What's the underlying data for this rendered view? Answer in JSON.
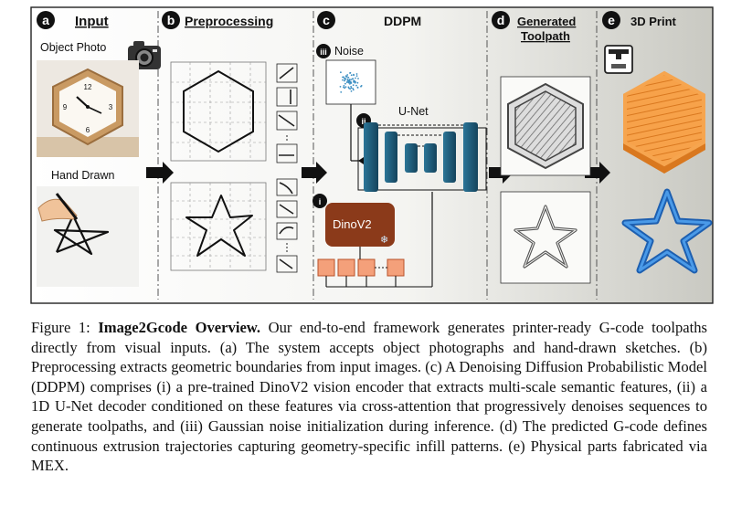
{
  "figure": {
    "panels": [
      {
        "letter": "a",
        "title": "Input"
      },
      {
        "letter": "b",
        "title": "Preprocessing"
      },
      {
        "letter": "c",
        "title": "DDPM"
      },
      {
        "letter": "d",
        "title": "Generated",
        "title2": "Toolpath"
      },
      {
        "letter": "e",
        "title": "3D Print"
      }
    ],
    "input": {
      "photo_label": "Object Photo",
      "sketch_label": "Hand Drawn"
    },
    "ddpm": {
      "noise_label": "Noise",
      "unet_label": "U-Net",
      "encoder_label": "DinoV2",
      "step_i": "i",
      "step_ii": "ii",
      "step_iii": "iii"
    },
    "clock_numbers": [
      "12",
      "3",
      "6",
      "9"
    ],
    "colors": {
      "orange_print": "#f59a3c",
      "blue_print": "#2f7fd6",
      "unet": "#1f5c7a",
      "dino": "#8b3a1a",
      "feature": "#f4a07a"
    }
  },
  "caption": {
    "prefix": "Figure 1: ",
    "bold": "Image2Gcode Overview.",
    "text": " Our end-to-end framework generates printer-ready G-code toolpaths directly from visual inputs. (a) The system accepts object photographs and hand-drawn sketches. (b) Preprocessing extracts geometric boundaries from input images. (c) A Denoising Diffusion Probabilistic Model (DDPM) comprises (i) a pre-trained DinoV2 vision encoder that extracts multi-scale semantic features, (ii) a 1D U-Net decoder conditioned on these features via cross-attention that progressively denoises sequences to generate toolpaths, and (iii) Gaussian noise initialization during inference. (d) The predicted G-code defines continuous extrusion trajectories capturing geometry-specific infill patterns. (e) Physical parts fabricated via MEX."
  }
}
